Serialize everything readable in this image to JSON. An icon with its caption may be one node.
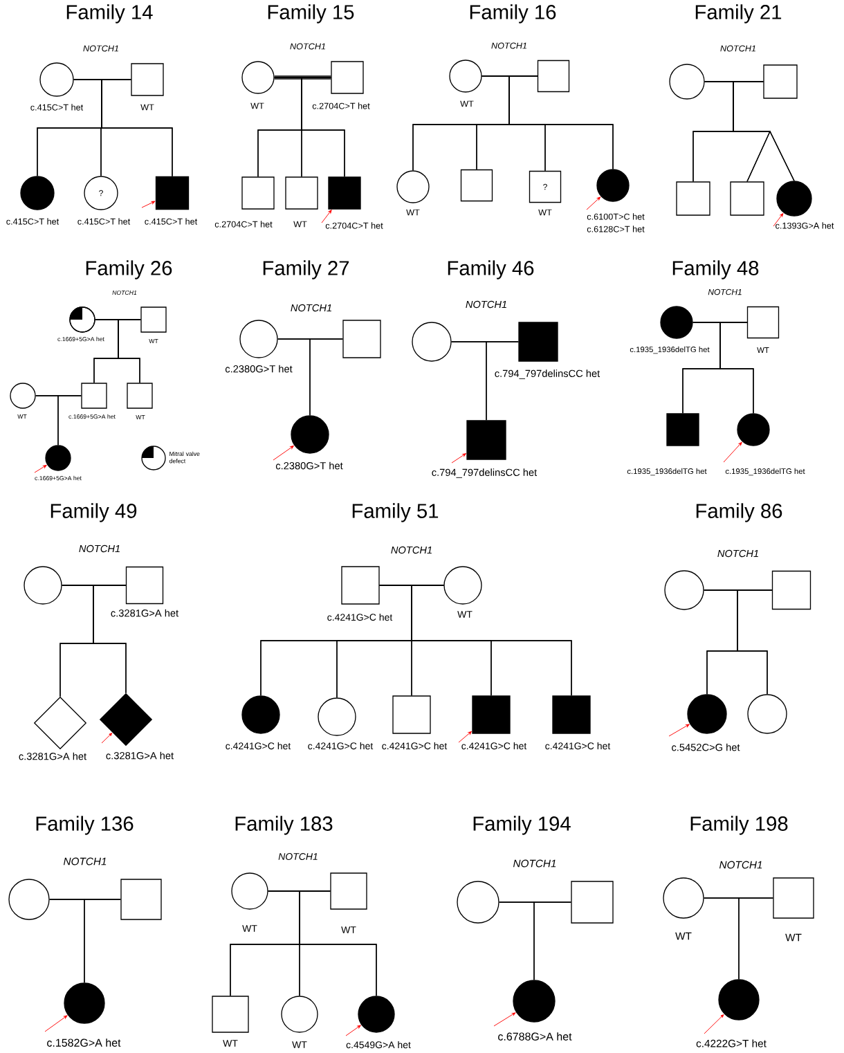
{
  "diagram": {
    "nodes": [
      {
        "text": [],
        "shape": "circle",
        "beside": [
          "c.415C>T het"
        ]
      },
      {
        "text": [],
        "shape": "box",
        "beside": [
          "WT"
        ]
      },
      {
        "text": [],
        "shape": "circle",
        "beside": [
          "c.415C>T het"
        ]
      },
      {
        "text": [
          "?"
        ],
        "beside": [
          "c.415C>T het"
        ]
      },
      {
        "text": [],
        "shape": "box",
        "beside": [
          "c.415C>T het"
        ]
      },
      {
        "text": [],
        "shape": "circle",
        "beside": [
          "WT"
        ]
      },
      {
        "text": [],
        "shape": "box",
        "beside": [
          "c.2704C>T het"
        ]
      },
      {
        "text": [],
        "shape": "box",
        "beside": [
          "c.2704C>T het"
        ]
      },
      {
        "text": [],
        "shape": "box",
        "beside": [
          "WT"
        ]
      },
      {
        "text": [],
        "shape": "box",
        "beside": [
          "c.2704C>T het"
        ]
      },
      {
        "text": [],
        "shape": "circle",
        "beside": [
          "WT"
        ]
      },
      {
        "text": [],
        "shape": "box"
      },
      {
        "text": [],
        "shape": "circle",
        "beside": [
          "WT"
        ]
      },
      {
        "text": [],
        "shape": "box"
      },
      {
        "text": [
          "?"
        ],
        "beside": [
          "WT"
        ]
      },
      {
        "text": [],
        "shape": "circle",
        "beside": [
          "c.6100T>C het",
          "c.6128C>T het"
        ]
      },
      {
        "text": [],
        "shape": "circle"
      },
      {
        "text": [],
        "shape": "box"
      },
      {
        "text": [],
        "shape": "box"
      },
      {
        "text": [],
        "shape": "box"
      },
      {
        "text": [],
        "shape": "circle",
        "beside": [
          "c.1393G>A het"
        ]
      },
      {
        "text": [],
        "shape": "circle",
        "beside": [
          "c.1669+5G>A het"
        ]
      },
      {
        "text": [],
        "shape": "box",
        "beside": [
          "WT"
        ]
      },
      {
        "text": [],
        "shape": "box",
        "beside": [
          "c.1669+5G>A het"
        ]
      },
      {
        "text": [],
        "shape": "box",
        "beside": [
          "WT"
        ]
      },
      {
        "text": [],
        "shape": "circle",
        "beside": [
          "WT"
        ]
      },
      {
        "text": [],
        "shape": "circle",
        "beside": [
          "c.1669+5G>A het"
        ]
      },
      {
        "text": [],
        "shape": "circle",
        "beside": [
          "c.2380G>T het"
        ]
      },
      {
        "text": [],
        "shape": "box"
      },
      {
        "text": [],
        "shape": "circle",
        "beside": [
          "c.2380G>T het"
        ]
      },
      {
        "text": [],
        "shape": "circle"
      },
      {
        "text": [],
        "shape": "box",
        "beside": [
          "c.794_797delinsCC het"
        ]
      },
      {
        "text": [],
        "shape": "box",
        "beside": [
          "c.794_797delinsCC het"
        ]
      },
      {
        "text": [],
        "shape": "circle",
        "beside": [
          "c.1935_1936delTG het"
        ]
      },
      {
        "text": [],
        "shape": "box",
        "beside": [
          "WT"
        ]
      },
      {
        "text": [],
        "shape": "box",
        "beside": [
          "c.1935_1936delTG het"
        ]
      },
      {
        "text": [],
        "shape": "circle",
        "beside": [
          "c.1935_1936delTG het"
        ]
      },
      {
        "text": [],
        "shape": "circle"
      },
      {
        "text": [],
        "shape": "box",
        "beside": [
          "c.3281G>A het"
        ]
      },
      {
        "text": [],
        "shape": "diamond",
        "beside": [
          "c.3281G>A het"
        ]
      },
      {
        "text": [],
        "shape": "diamond",
        "beside": [
          "c.3281G>A het"
        ]
      },
      {
        "text": [],
        "shape": "box",
        "beside": [
          "c.4241G>C het"
        ]
      },
      {
        "text": [],
        "shape": "circle",
        "beside": [
          "WT"
        ]
      },
      {
        "text": [],
        "shape": "circle",
        "beside": [
          "c.4241G>C het"
        ]
      },
      {
        "text": [],
        "shape": "circle",
        "beside": [
          "c.4241G>C het"
        ]
      },
      {
        "text": [],
        "shape": "box",
        "beside": [
          "c.4241G>C het"
        ]
      },
      {
        "text": [],
        "shape": "box",
        "beside": [
          "c.4241G>C het"
        ]
      },
      {
        "text": [],
        "shape": "box",
        "beside": [
          "c.4241G>C het"
        ]
      },
      {
        "text": [],
        "shape": "circle"
      },
      {
        "text": [],
        "shape": "box"
      },
      {
        "text": [],
        "shape": "circle",
        "beside": [
          "c.5452C>G het"
        ]
      },
      {
        "text": [],
        "shape": "circle"
      },
      {
        "text": [],
        "shape": "circle"
      },
      {
        "text": [],
        "shape": "box"
      },
      {
        "text": [],
        "shape": "circle",
        "beside": [
          "c.1582G>A het"
        ]
      },
      {
        "text": [],
        "shape": "circle",
        "beside": [
          "WT"
        ]
      },
      {
        "text": [],
        "shape": "box",
        "beside": [
          "WT"
        ]
      },
      {
        "text": [],
        "shape": "box",
        "beside": [
          "WT"
        ]
      },
      {
        "text": [],
        "shape": "circle",
        "beside": [
          "WT"
        ]
      },
      {
        "text": [],
        "shape": "circle",
        "beside": [
          "c.4549G>A het"
        ]
      },
      {
        "text": [],
        "shape": "circle"
      },
      {
        "text": [],
        "shape": "box"
      },
      {
        "text": [],
        "shape": "circle",
        "beside": [
          "c.6788G>A het"
        ]
      },
      {
        "text": [],
        "shape": "circle",
        "beside": [
          "WT"
        ]
      },
      {
        "text": [],
        "shape": "box",
        "beside": [
          "WT"
        ]
      },
      {
        "text": [],
        "shape": "circle",
        "beside": [
          "c.4222G>T het"
        ]
      }
    ],
    "edges": [
      {
        "from": 0,
        "to": 1,
        "arrow": "none"
      },
      {
        "from": 0,
        "to": 2,
        "arrow": "none"
      },
      {
        "from": 1,
        "to": 2,
        "arrow": "none"
      },
      {
        "from": 0,
        "to": 3,
        "arrow": "none"
      },
      {
        "from": 1,
        "to": 3,
        "arrow": "none"
      },
      {
        "from": 0,
        "to": 4,
        "arrow": "none"
      },
      {
        "from": 1,
        "to": 4,
        "arrow": "none"
      },
      {
        "from": null,
        "to": 4,
        "arrow": "to",
        "color": "#ff0000"
      },
      {
        "from": 5,
        "to": 6,
        "arrow": "none"
      },
      {
        "from": 5,
        "to": 6,
        "arrow": "none"
      },
      {
        "from": 5,
        "to": 7,
        "arrow": "none"
      },
      {
        "from": 6,
        "to": 7,
        "arrow": "none"
      },
      {
        "from": 5,
        "to": 8,
        "arrow": "none"
      },
      {
        "from": 6,
        "to": 8,
        "arrow": "none"
      },
      {
        "from": 5,
        "to": 9,
        "arrow": "none"
      },
      {
        "from": 6,
        "to": 9,
        "arrow": "none"
      },
      {
        "from": null,
        "to": 9,
        "arrow": "to",
        "color": "#ff0000"
      },
      {
        "from": 10,
        "to": 11,
        "arrow": "none"
      },
      {
        "from": 10,
        "to": 12,
        "arrow": "none"
      },
      {
        "from": 11,
        "to": 12,
        "arrow": "none"
      },
      {
        "from": 10,
        "to": 13,
        "arrow": "none"
      },
      {
        "from": 11,
        "to": 13,
        "arrow": "none"
      },
      {
        "from": 10,
        "to": 14,
        "arrow": "none"
      },
      {
        "from": 11,
        "to": 14,
        "arrow": "none"
      },
      {
        "from": 10,
        "to": 15,
        "arrow": "none"
      },
      {
        "from": 11,
        "to": 15,
        "arrow": "none"
      },
      {
        "from": null,
        "to": 15,
        "arrow": "to",
        "color": "#ff0000"
      },
      {
        "from": 16,
        "to": 17,
        "arrow": "none"
      },
      {
        "from": 16,
        "to": 18,
        "arrow": "none"
      },
      {
        "from": 17,
        "to": 18,
        "arrow": "none"
      },
      {
        "from": 16,
        "to": 19,
        "arrow": "none"
      },
      {
        "from": 17,
        "to": 19,
        "arrow": "none"
      },
      {
        "from": 16,
        "to": 20,
        "arrow": "none"
      },
      {
        "from": 17,
        "to": 20,
        "arrow": "none"
      },
      {
        "from": null,
        "to": 20,
        "arrow": "to",
        "color": "#ff0000"
      },
      {
        "from": 21,
        "to": 22,
        "arrow": "none"
      },
      {
        "from": 21,
        "to": 23,
        "arrow": "none"
      },
      {
        "from": 22,
        "to": 23,
        "arrow": "none"
      },
      {
        "from": 21,
        "to": 24,
        "arrow": "none"
      },
      {
        "from": 22,
        "to": 24,
        "arrow": "none"
      },
      {
        "from": 25,
        "to": 23,
        "arrow": "none"
      },
      {
        "from": 25,
        "to": 26,
        "arrow": "none"
      },
      {
        "from": 23,
        "to": 26,
        "arrow": "none"
      },
      {
        "from": null,
        "to": 26,
        "arrow": "to",
        "color": "#ff0000"
      },
      {
        "from": 27,
        "to": 28,
        "arrow": "none"
      },
      {
        "from": 27,
        "to": 29,
        "arrow": "none"
      },
      {
        "from": 28,
        "to": 29,
        "arrow": "none"
      },
      {
        "from": null,
        "to": 29,
        "arrow": "to",
        "color": "#ff0000"
      },
      {
        "from": 30,
        "to": 31,
        "arrow": "none"
      },
      {
        "from": 30,
        "to": 32,
        "arrow": "none"
      },
      {
        "from": 31,
        "to": 32,
        "arrow": "none"
      },
      {
        "from": null,
        "to": 32,
        "arrow": "to",
        "color": "#ff0000"
      },
      {
        "from": 33,
        "to": 34,
        "arrow": "none"
      },
      {
        "from": 33,
        "to": 35,
        "arrow": "none"
      },
      {
        "from": 34,
        "to": 35,
        "arrow": "none"
      },
      {
        "from": 33,
        "to": 36,
        "arrow": "none"
      },
      {
        "from": 34,
        "to": 36,
        "arrow": "none"
      },
      {
        "from": null,
        "to": 36,
        "arrow": "to",
        "color": "#ff0000"
      },
      {
        "from": 37,
        "to": 38,
        "arrow": "none"
      },
      {
        "from": 37,
        "to": 39,
        "arrow": "none"
      },
      {
        "from": 38,
        "to": 39,
        "arrow": "none"
      },
      {
        "from": 37,
        "to": 40,
        "arrow": "none"
      },
      {
        "from": 38,
        "to": 40,
        "arrow": "none"
      },
      {
        "from": null,
        "to": 40,
        "arrow": "to",
        "color": "#ff0000"
      },
      {
        "from": 41,
        "to": 42,
        "arrow": "none"
      },
      {
        "from": 41,
        "to": 43,
        "arrow": "none"
      },
      {
        "from": 42,
        "to": 43,
        "arrow": "none"
      },
      {
        "from": 41,
        "to": 44,
        "arrow": "none"
      },
      {
        "from": 42,
        "to": 44,
        "arrow": "none"
      },
      {
        "from": 41,
        "to": 45,
        "arrow": "none"
      },
      {
        "from": 42,
        "to": 45,
        "arrow": "none"
      },
      {
        "from": 41,
        "to": 46,
        "arrow": "none"
      },
      {
        "from": 42,
        "to": 46,
        "arrow": "none"
      },
      {
        "from": 41,
        "to": 47,
        "arrow": "none"
      },
      {
        "from": 42,
        "to": 47,
        "arrow": "none"
      },
      {
        "from": null,
        "to": 46,
        "arrow": "to",
        "color": "#ff0000"
      },
      {
        "from": 48,
        "to": 49,
        "arrow": "none"
      },
      {
        "from": 48,
        "to": 50,
        "arrow": "none"
      },
      {
        "from": 49,
        "to": 50,
        "arrow": "none"
      },
      {
        "from": 48,
        "to": 51,
        "arrow": "none"
      },
      {
        "from": 49,
        "to": 51,
        "arrow": "none"
      },
      {
        "from": null,
        "to": 50,
        "arrow": "to",
        "color": "#ff0000"
      },
      {
        "from": 52,
        "to": 53,
        "arrow": "none"
      },
      {
        "from": 52,
        "to": 54,
        "arrow": "none"
      },
      {
        "from": 53,
        "to": 54,
        "arrow": "none"
      },
      {
        "from": null,
        "to": 54,
        "arrow": "to",
        "color": "#ff0000"
      },
      {
        "from": 55,
        "to": 56,
        "arrow": "none"
      },
      {
        "from": 55,
        "to": 57,
        "arrow": "none"
      },
      {
        "from": 56,
        "to": 57,
        "arrow": "none"
      },
      {
        "from": 55,
        "to": 58,
        "arrow": "none"
      },
      {
        "from": 56,
        "to": 58,
        "arrow": "none"
      },
      {
        "from": 55,
        "to": 59,
        "arrow": "none"
      },
      {
        "from": 56,
        "to": 59,
        "arrow": "none"
      },
      {
        "from": null,
        "to": 59,
        "arrow": "to",
        "color": "#ff0000"
      },
      {
        "from": 60,
        "to": 61,
        "arrow": "none"
      },
      {
        "from": 60,
        "to": 62,
        "arrow": "none"
      },
      {
        "from": 61,
        "to": 62,
        "arrow": "none"
      },
      {
        "from": null,
        "to": 62,
        "arrow": "to",
        "color": "#ff0000"
      },
      {
        "from": 63,
        "to": 64,
        "arrow": "none"
      },
      {
        "from": 63,
        "to": 65,
        "arrow": "none"
      },
      {
        "from": 64,
        "to": 65,
        "arrow": "none"
      },
      {
        "from": null,
        "to": 65,
        "arrow": "to",
        "color": "#ff0000"
      }
    ],
    "labels": [
      "Family 14",
      "NOTCH1",
      "Family 15",
      "NOTCH1",
      "Family 16",
      "NOTCH1",
      "Family 21",
      "NOTCH1",
      "Family 26",
      "NOTCH1",
      "Family 27",
      "NOTCH1",
      "Family 46",
      "NOTCH1",
      "Family 48",
      "NOTCH1",
      "Family 49",
      "NOTCH1",
      "Family 51",
      "NOTCH1",
      "Family 86",
      "NOTCH1",
      "Family 136",
      "NOTCH1",
      "Family 183",
      "NOTCH1",
      "Family 194",
      "NOTCH1",
      "Family 198",
      "NOTCH1"
    ],
    "legend": [
      {
        "text": "Mitral valve defect"
      }
    ]
  }
}
